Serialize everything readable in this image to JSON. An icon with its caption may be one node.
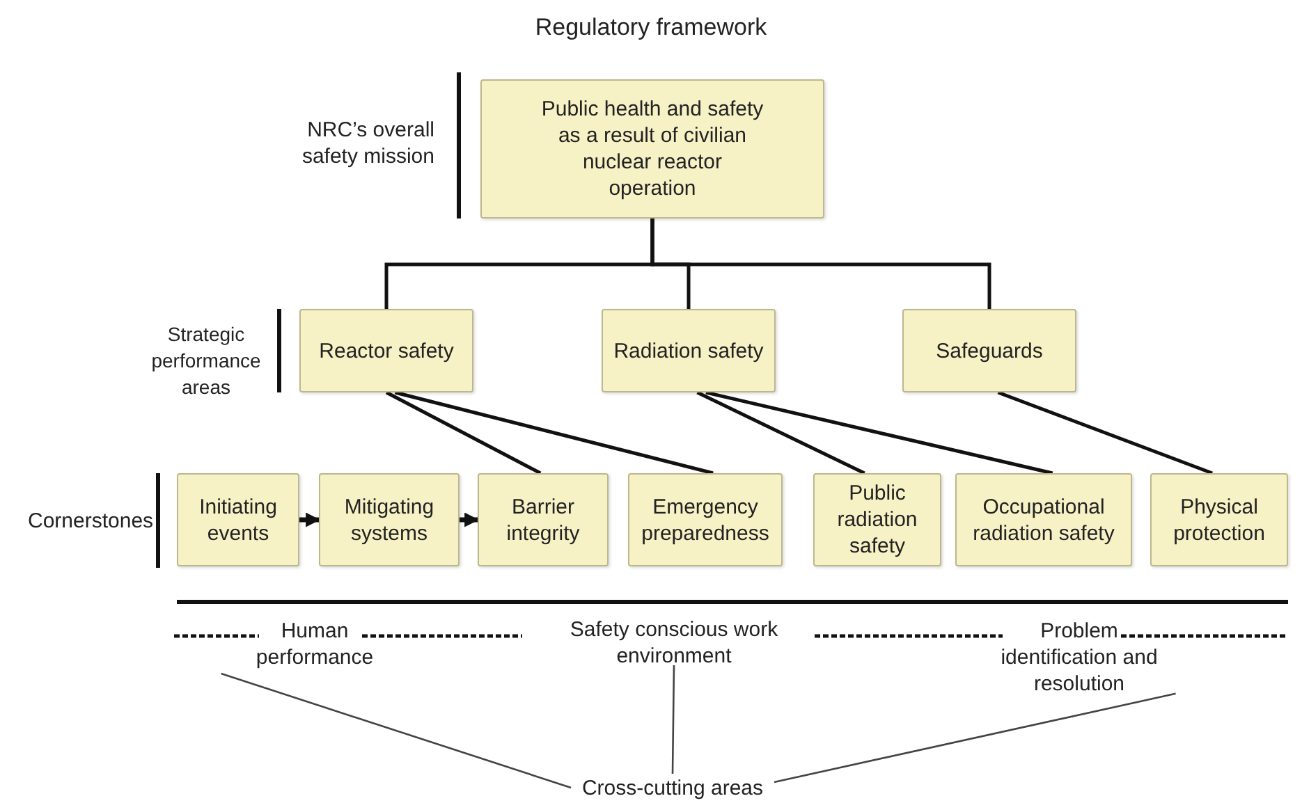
{
  "diagram": {
    "title": "Regulatory framework",
    "nodes": [
      {
        "text": [
          "Public health and safety as a result of civilian nuclear reactor operation"
        ]
      },
      {
        "text": [
          "Reactor safety"
        ]
      },
      {
        "text": [
          "Radiation safety"
        ]
      },
      {
        "text": [
          "Safeguards"
        ]
      },
      {
        "text": [
          "Initiating events"
        ]
      },
      {
        "text": [
          "Mitigating systems"
        ]
      },
      {
        "text": [
          "Barrier integrity"
        ]
      },
      {
        "text": [
          "Emergency preparedness"
        ]
      },
      {
        "text": [
          "Public radiation safety"
        ]
      },
      {
        "text": [
          "Occupational radiation safety"
        ]
      },
      {
        "text": [
          "Physical protection"
        ]
      },
      {
        "text": [
          "Human performance"
        ]
      },
      {
        "text": [
          "Safety conscious work environment"
        ]
      },
      {
        "text": [
          "Problem identification and resolution"
        ]
      },
      {
        "text": [
          "Cross-cutting areas"
        ]
      }
    ],
    "edges": [
      {
        "from": 0,
        "to": 1,
        "arrow": "none"
      },
      {
        "from": 0,
        "to": 2,
        "arrow": "none"
      },
      {
        "from": 0,
        "to": 3,
        "arrow": "none"
      },
      {
        "from": 1,
        "to": 6,
        "arrow": "none"
      },
      {
        "from": 1,
        "to": 7,
        "arrow": "none"
      },
      {
        "from": 2,
        "to": 8,
        "arrow": "none"
      },
      {
        "from": 2,
        "to": 9,
        "arrow": "none"
      },
      {
        "from": 3,
        "to": 10,
        "arrow": "none"
      },
      {
        "from": 4,
        "to": 5,
        "arrow": "to"
      },
      {
        "from": 5,
        "to": 6,
        "arrow": "to"
      },
      {
        "from": 14,
        "to": 11,
        "arrow": "none"
      },
      {
        "from": 14,
        "to": 12,
        "arrow": "none"
      },
      {
        "from": 14,
        "to": 13,
        "arrow": "none"
      }
    ],
    "labels": [
      "NRC’s overall safety mission",
      "Strategic performance areas",
      "Cornerstones"
    ]
  }
}
